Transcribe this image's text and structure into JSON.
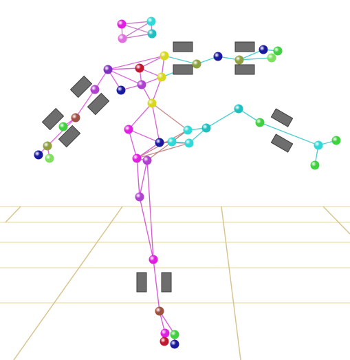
{
  "scene": {
    "background": "#ffffff",
    "floor_line_color": "#efe3b8",
    "floor_line_color_dark": "#d8c48f"
  },
  "colors": {
    "magenta": "#e020e0",
    "cyan": "#30d8d8",
    "yellow": "#d8d820",
    "green": "#40d040",
    "light_green": "#80e060",
    "navy": "#1a1aa0",
    "dark_red": "#c01830",
    "brown": "#a05040",
    "purple": "#8030c0",
    "olive": "#90a040",
    "pink": "#e070e0",
    "violet": "#b040d0",
    "teal": "#20c0c0",
    "khaki": "#a0a040",
    "gray_box": "#6e6e6e"
  },
  "skeleton": {
    "bone_groups": [
      {
        "name": "head",
        "color": "#c070c0"
      },
      {
        "name": "left-arm",
        "color": "#e050e0"
      },
      {
        "name": "right-arm",
        "color": "#30c8c8"
      },
      {
        "name": "torso",
        "color": "#d050d0"
      },
      {
        "name": "legs",
        "color": "#d040d0"
      },
      {
        "name": "crossing-links",
        "color": "#c07a7a"
      }
    ]
  }
}
